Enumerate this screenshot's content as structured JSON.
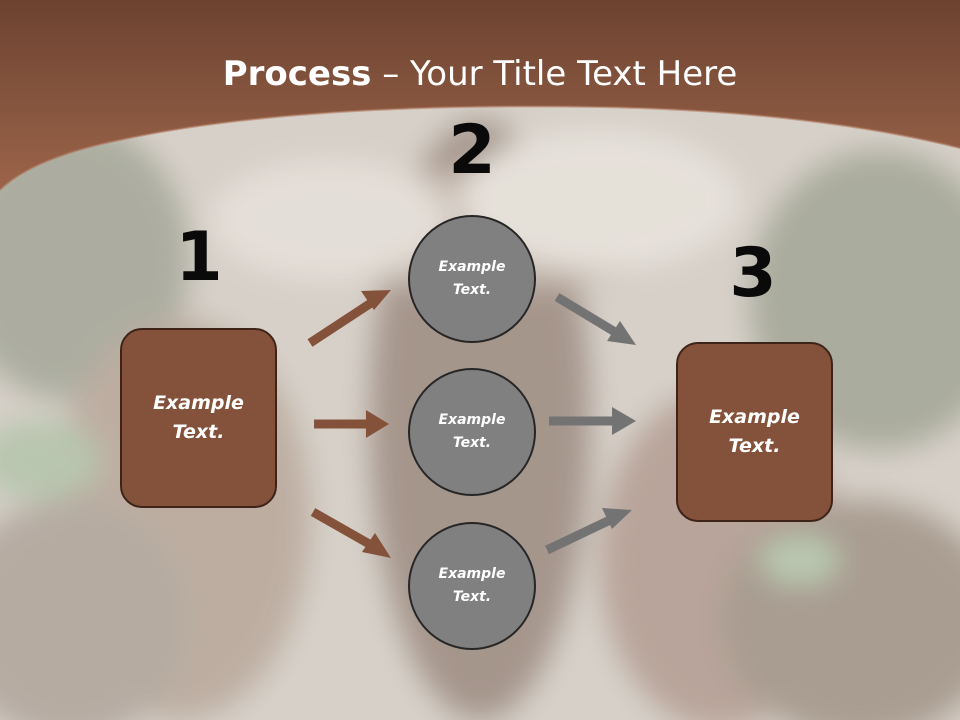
{
  "slide": {
    "title_bold": "Process",
    "title_rest": " – Your Title Text Here",
    "steps": {
      "one": {
        "number": "1",
        "text": "Example\nText."
      },
      "two": {
        "number": "2"
      },
      "three": {
        "number": "3",
        "text": "Example\nText."
      }
    },
    "circles": [
      {
        "text": "Example\nText."
      },
      {
        "text": "Example\nText."
      },
      {
        "text": "Example\nText."
      }
    ]
  },
  "colors": {
    "header_brown": "#7a4d36",
    "box_fill": "#84523a",
    "box_border": "#3e2418",
    "circle_fill": "#808080",
    "circle_border": "#262626",
    "arrow_left": "#84523a",
    "arrow_right": "#737373"
  }
}
